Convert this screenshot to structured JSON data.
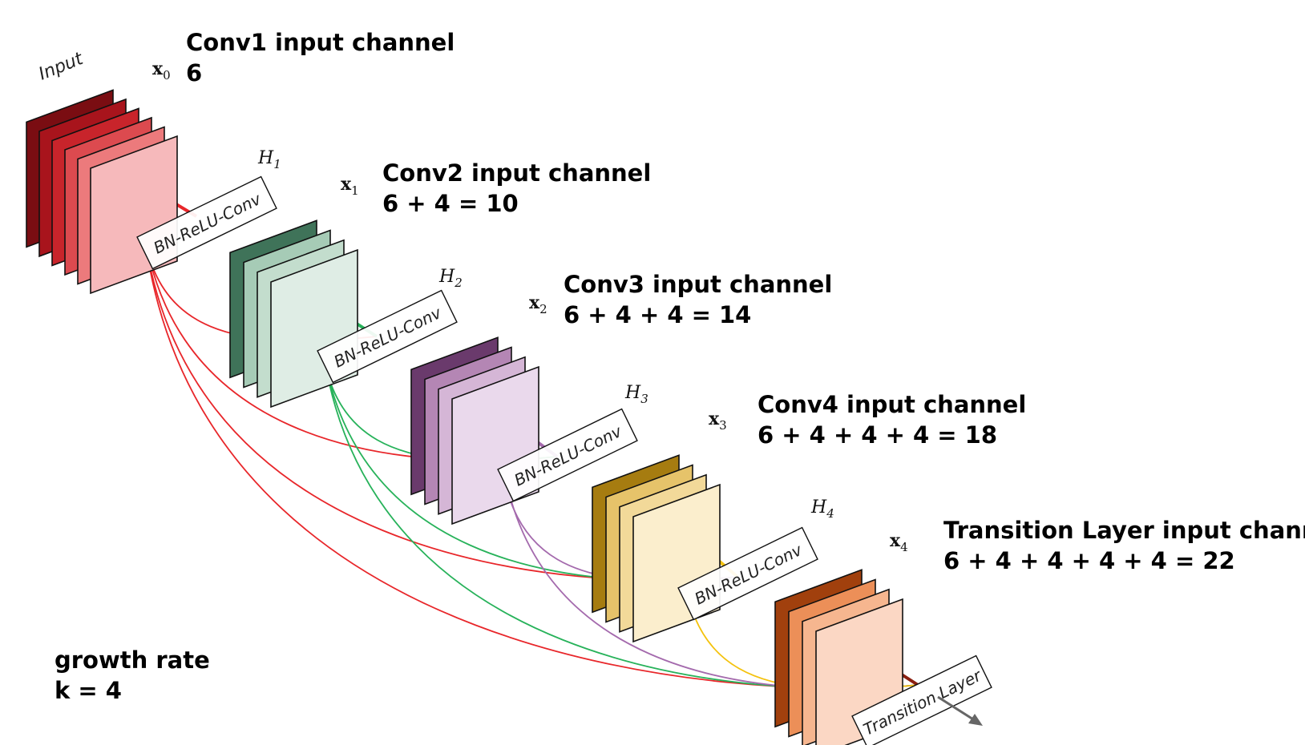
{
  "annotations": {
    "conv1": {
      "title": "Conv1 input channel",
      "value": "6"
    },
    "conv2": {
      "title": "Conv2 input channel",
      "value": "6 + 4 = 10"
    },
    "conv3": {
      "title": "Conv3 input channel",
      "value": "6 + 4 + 4 = 14"
    },
    "conv4": {
      "title": "Conv4 input channel",
      "value": "6 + 4 + 4 + 4 = 18"
    },
    "transition": {
      "title": "Transition Layer input channel",
      "value": "6 + 4 + 4 + 4 + 4 = 22"
    },
    "growth": {
      "title": "growth rate",
      "value": "k = 4"
    }
  },
  "diagram": {
    "input_label": "Input",
    "blocks": [
      {
        "x_label": "x",
        "x_sub": "0",
        "h_label": "",
        "h_sub": "",
        "colors": [
          "#7a0d12",
          "#a8141c",
          "#c8242b",
          "#dc4a4f",
          "#ec7a7c",
          "#f6b9bb"
        ]
      },
      {
        "x_label": "x",
        "x_sub": "1",
        "h_label": "H",
        "h_sub": "1",
        "conv_label": "BN-ReLU-Conv",
        "colors": [
          "#3f7359",
          "#a6cbb6",
          "#c3ddcd",
          "#dfede5"
        ]
      },
      {
        "x_label": "x",
        "x_sub": "2",
        "h_label": "H",
        "h_sub": "2",
        "conv_label": "BN-ReLU-Conv",
        "colors": [
          "#6a3a6c",
          "#b486b4",
          "#d5b6d6",
          "#ead9ec"
        ]
      },
      {
        "x_label": "x",
        "x_sub": "3",
        "h_label": "H",
        "h_sub": "3",
        "conv_label": "BN-ReLU-Conv",
        "colors": [
          "#a67c10",
          "#e6c36a",
          "#f2d999",
          "#fbeecd"
        ]
      },
      {
        "x_label": "x",
        "x_sub": "4",
        "h_label": "H",
        "h_sub": "4",
        "conv_label": "BN-ReLU-Conv",
        "colors": [
          "#a1400d",
          "#ec8f58",
          "#f6b68f",
          "#fbd7c4"
        ]
      }
    ],
    "transition_label": "Transition Layer",
    "connection_colors": {
      "from_x0": "#e8262a",
      "from_x1": "#27b25a",
      "from_x2": "#a46aad",
      "from_x3": "#f4c20d",
      "from_x4": "#8b1f10"
    }
  }
}
